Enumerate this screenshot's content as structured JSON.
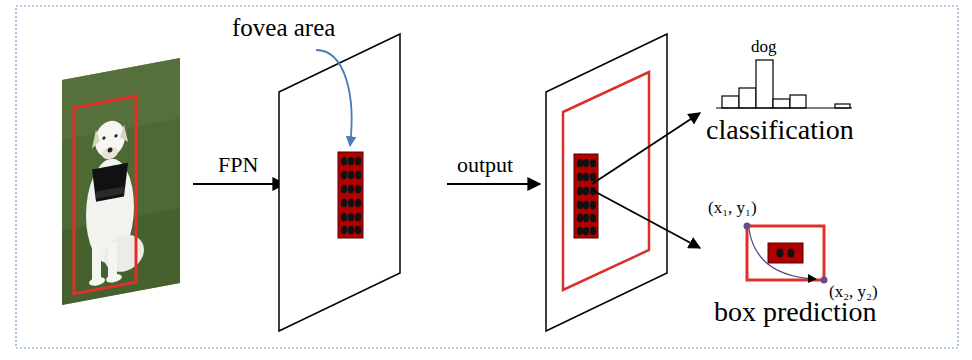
{
  "diagram": {
    "labels": [
      "fovea area",
      "FPN",
      "output",
      "dog",
      "classification",
      "(x₁, y₁)",
      "(x₂, y₂)",
      "box prediction"
    ]
  }
}
